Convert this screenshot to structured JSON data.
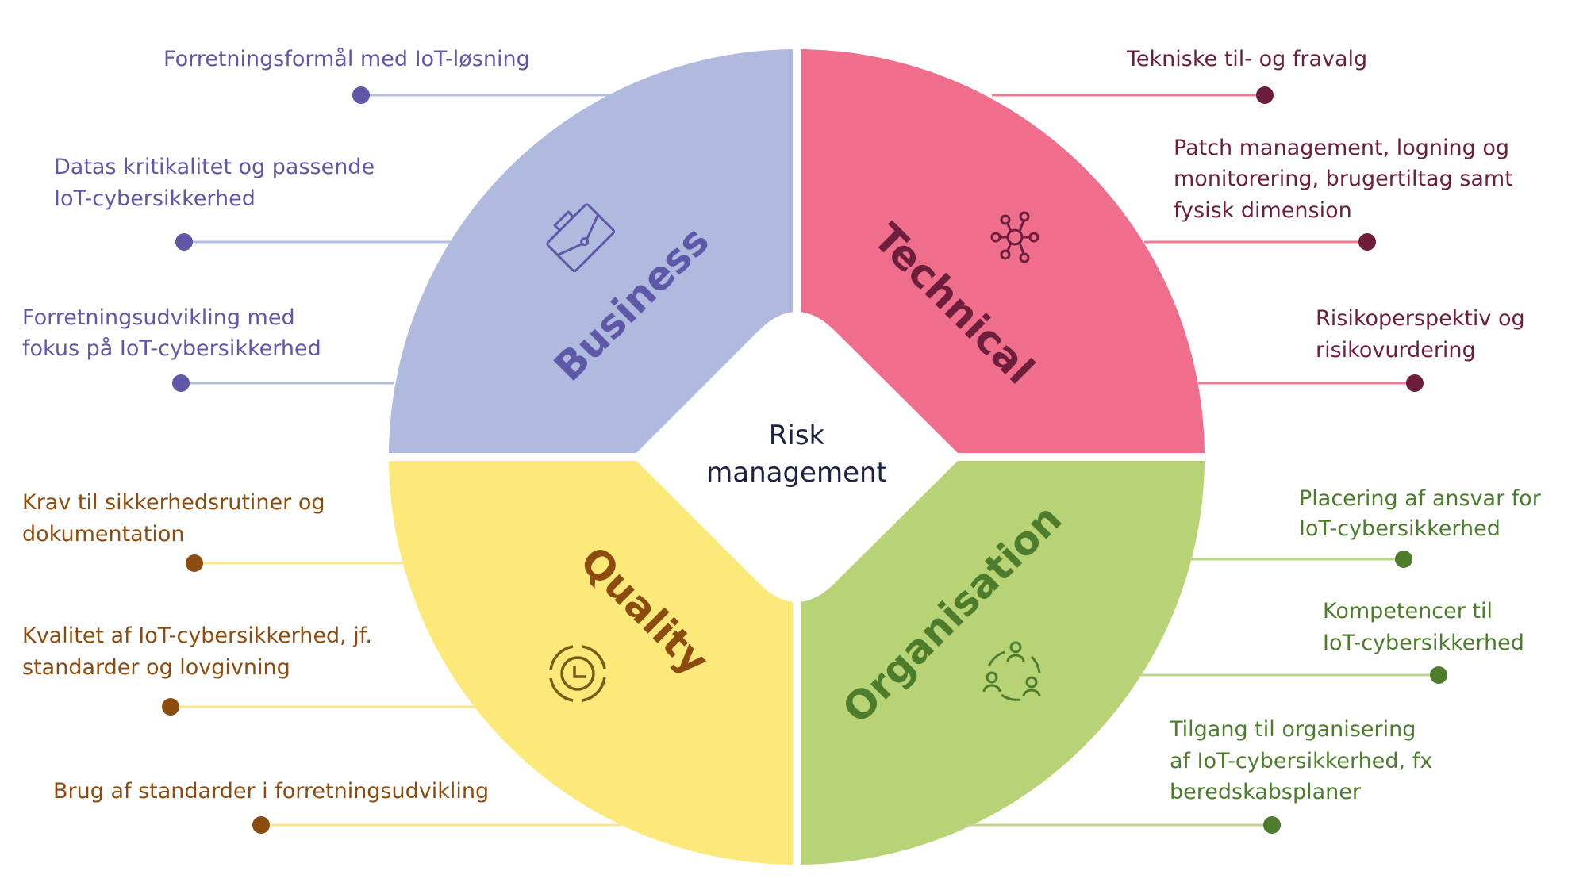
{
  "center": {
    "line1": "Risk",
    "line2": "management"
  },
  "colors": {
    "business_fill": "#b0bade",
    "business_text": "#5f57a8",
    "business_line": "#b6bde0",
    "technical_fill": "#ee6e8b",
    "technical_text": "#6c1e3c",
    "technical_line": "#ec7b95",
    "quality_fill": "#fde87a",
    "quality_text": "#8c4c10",
    "quality_line": "#fbe68a",
    "organisation_fill": "#b8d376",
    "organisation_text": "#4c7c2c",
    "organisation_line": "#bcd58a"
  },
  "quadrants": {
    "business": {
      "title": "Business",
      "icon": "briefcase-icon",
      "items": [
        {
          "lines": [
            "Forretningsformål med IoT-løsning"
          ]
        },
        {
          "lines": [
            "Datas kritikalitet og passende",
            "IoT-cybersikkerhed"
          ]
        },
        {
          "lines": [
            "Forretningsudvikling med",
            "fokus på IoT-cybersikkerhed"
          ]
        }
      ]
    },
    "technical": {
      "title": "Technical",
      "icon": "network-icon",
      "items": [
        {
          "lines": [
            "Tekniske til- og fravalg"
          ]
        },
        {
          "lines": [
            "Patch management, logning og",
            "monitorering, brugertiltag samt",
            "fysisk dimension"
          ]
        },
        {
          "lines": [
            "Risikoperspektiv og",
            "risikovurdering"
          ]
        }
      ]
    },
    "quality": {
      "title": "Quality",
      "icon": "clock-cycle-icon",
      "items": [
        {
          "lines": [
            "Krav til sikkerhedsrutiner og",
            "dokumentation"
          ]
        },
        {
          "lines": [
            "Kvalitet af IoT-cybersikkerhed, jf.",
            "standarder og lovgivning"
          ]
        },
        {
          "lines": [
            "Brug af standarder i forretningsudvikling"
          ]
        }
      ]
    },
    "organisation": {
      "title": "Organisation",
      "icon": "people-cycle-icon",
      "items": [
        {
          "lines": [
            "Placering af ansvar for",
            "IoT-cybersikkerhed"
          ]
        },
        {
          "lines": [
            "Kompetencer til",
            "IoT-cybersikkerhed"
          ]
        },
        {
          "lines": [
            "Tilgang til organisering",
            "af IoT-cybersikkerhed, fx",
            "beredskabsplaner"
          ]
        }
      ]
    }
  }
}
